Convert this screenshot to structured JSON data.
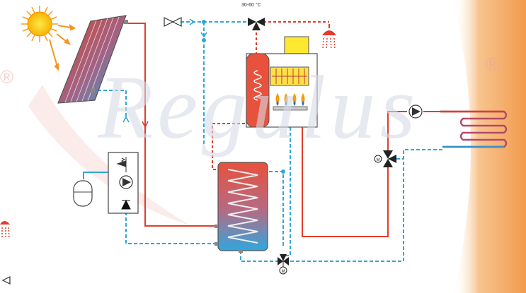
{
  "labels": {
    "mixing_temperature": "30-60 °C"
  },
  "watermark": {
    "brand": "Regulus",
    "registered_mark": "®"
  },
  "motor_valve_letter": "M",
  "colors": {
    "hot_line": "#e43c2b",
    "cold_line": "#2ea7da",
    "orange_panel": "#f6a15a",
    "watermark": "#d6dbe7",
    "burner_yellow": "#ffe24a"
  },
  "icons": [
    "sun-icon",
    "solar-collector-icon",
    "shower-icon",
    "pump-icon",
    "three-way-valve-icon",
    "expansion-vessel-icon",
    "gas-boiler-icon",
    "storage-tank-icon",
    "underfloor-heating-icon",
    "check-valve-icon",
    "motor-valve-icon"
  ]
}
